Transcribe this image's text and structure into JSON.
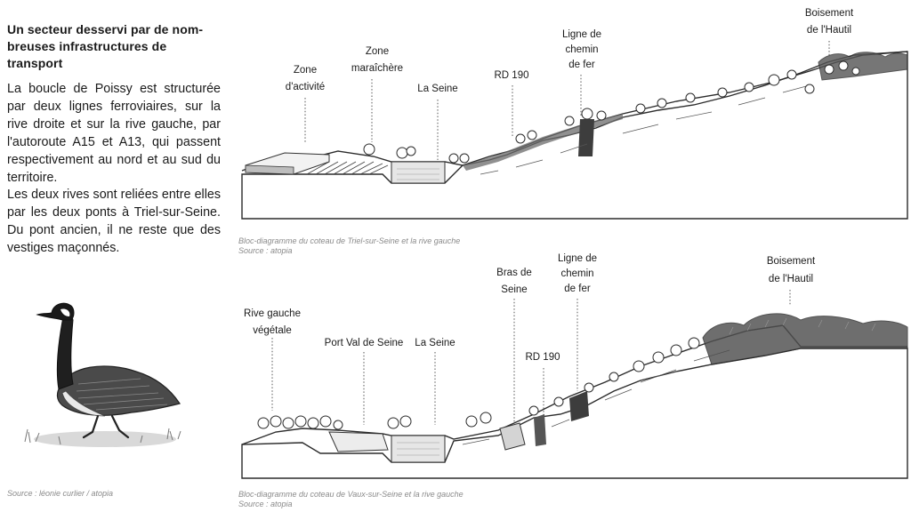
{
  "sidebar": {
    "heading_lines": [
      "Un secteur desservi par de nom-",
      "breuses infrastructures de transport"
    ],
    "paragraphs": [
      "La boucle de Poissy est structurée par deux lignes ferroviaires, sur la rive droite et sur la rive gauche, par l'autoroute A15 et A13, qui passent respectivement au nord et au sud du territoire.",
      "Les deux rives sont reliées entre elles par les deux ponts à Triel-sur-Seine. Du pont ancien, il ne reste que des vestiges maçonnés."
    ],
    "illustration_icon": "canada-goose-sketch-icon",
    "illustration_caption": "Source : léonie curlier / atopia"
  },
  "diagram_top": {
    "labels": [
      {
        "id": "zone-activite",
        "lines": [
          "Zone",
          "d'activité"
        ]
      },
      {
        "id": "zone-maraichere",
        "lines": [
          "Zone",
          "maraîchère"
        ]
      },
      {
        "id": "la-seine",
        "lines": [
          "La Seine"
        ]
      },
      {
        "id": "rd-190",
        "lines": [
          "RD 190"
        ]
      },
      {
        "id": "ligne-chemin-fer",
        "lines": [
          "Ligne de",
          "chemin",
          "de fer"
        ]
      },
      {
        "id": "boisement-hautil",
        "lines": [
          "Boisement",
          "de l'Hautil"
        ]
      }
    ],
    "caption_lines": [
      "Bloc-diagramme du coteau de Triel-sur-Seine et la rive gauche",
      "Source : atopia"
    ]
  },
  "diagram_bottom": {
    "labels": [
      {
        "id": "rive-gauche-vegetale",
        "lines": [
          "Rive gauche",
          "végétale"
        ]
      },
      {
        "id": "port-val-de-seine",
        "lines": [
          "Port Val de Seine"
        ]
      },
      {
        "id": "la-seine",
        "lines": [
          "La Seine"
        ]
      },
      {
        "id": "bras-de-seine",
        "lines": [
          "Bras de",
          "Seine"
        ]
      },
      {
        "id": "rd-190",
        "lines": [
          "RD 190"
        ]
      },
      {
        "id": "ligne-chemin-fer",
        "lines": [
          "Ligne de",
          "chemin",
          "de fer"
        ]
      },
      {
        "id": "boisement-hautil",
        "lines": [
          "Boisement",
          "de l'Hautil"
        ]
      }
    ],
    "caption_lines": [
      "Bloc-diagramme du coteau de Vaux-sur-Seine et la rive gauche",
      "Source : atopia"
    ]
  },
  "colors": {
    "text": "#1a1a1a",
    "caption": "#8a8a8a",
    "ink": "#2b2b2b"
  }
}
